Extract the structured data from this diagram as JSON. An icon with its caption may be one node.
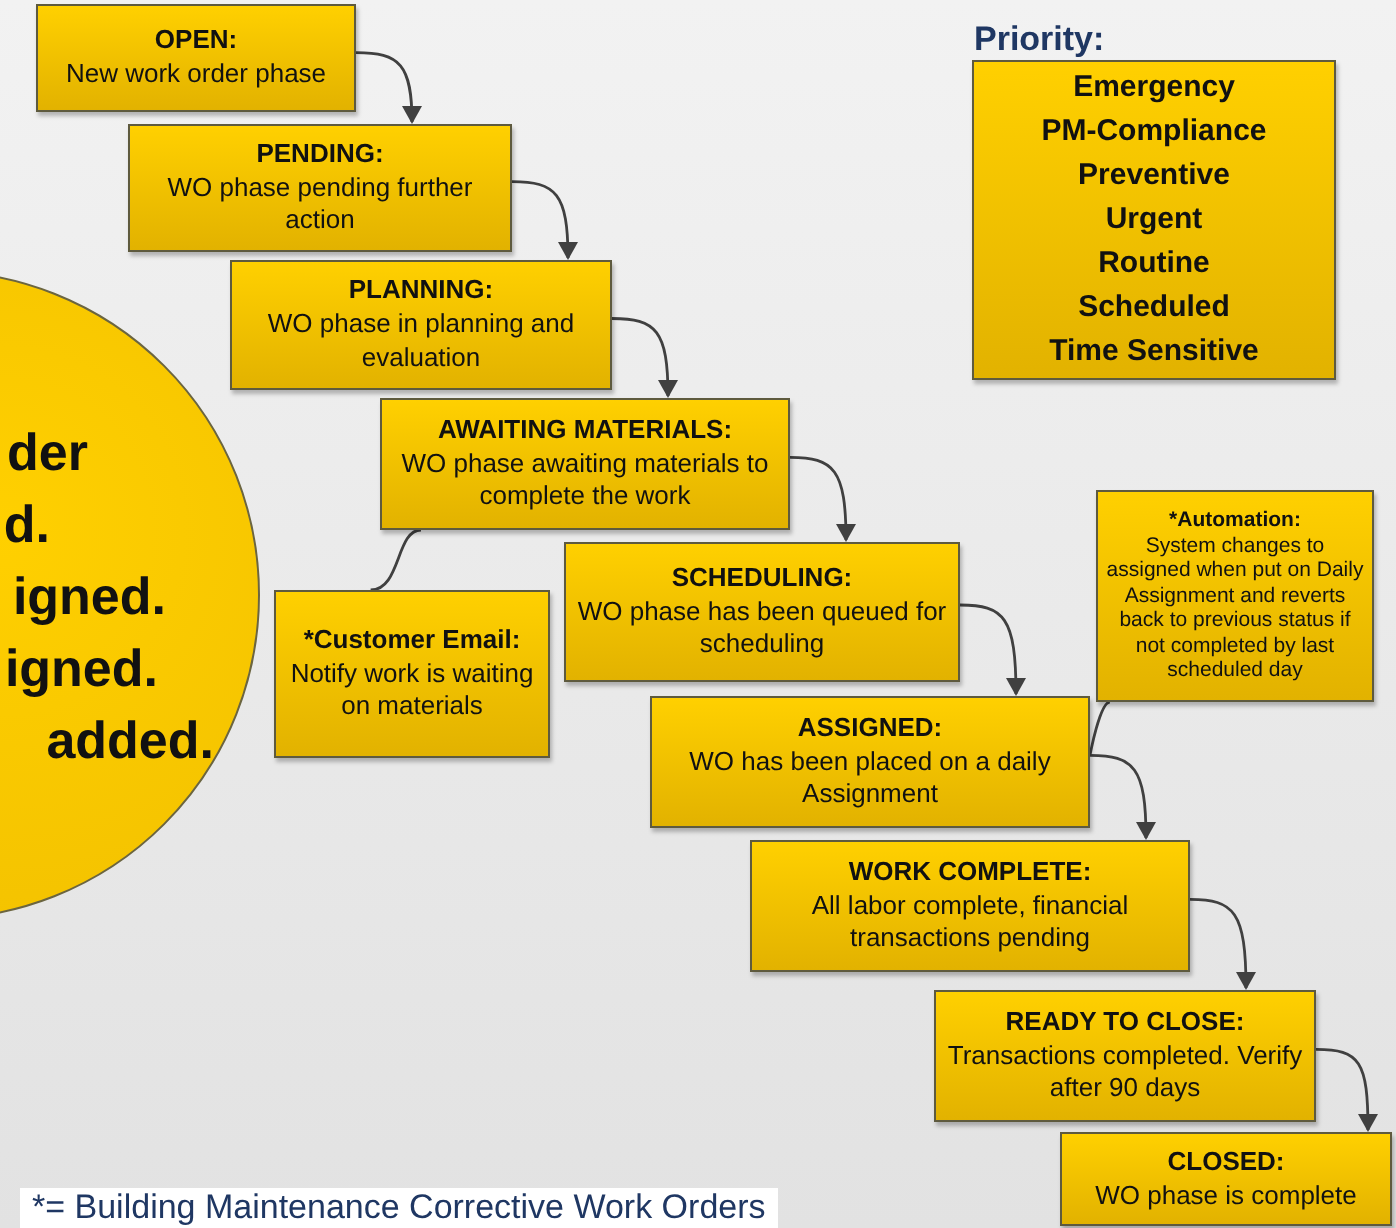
{
  "diagram": {
    "nodes": [
      {
        "text": [
          "OPEN:",
          "New work order phase"
        ]
      },
      {
        "text": [
          "PENDING:",
          "WO phase pending further action"
        ]
      },
      {
        "text": [
          "PLANNING:",
          "WO phase in planning and evaluation"
        ]
      },
      {
        "text": [
          "AWAITING MATERIALS:",
          "WO phase awaiting materials to complete the work"
        ]
      },
      {
        "text": [
          "*Customer Email:",
          "Notify work is waiting on materials"
        ]
      },
      {
        "text": [
          "SCHEDULING:",
          "WO phase has been queued for scheduling"
        ]
      },
      {
        "text": [
          "ASSIGNED:",
          "WO has been placed on a daily Assignment"
        ]
      },
      {
        "text": [
          "*Automation:",
          "System changes to assigned when put on Daily Assignment and reverts back to previous status if not completed by last scheduled day"
        ]
      },
      {
        "text": [
          "WORK COMPLETE:",
          "All labor complete, financial transactions pending"
        ]
      },
      {
        "text": [
          "READY TO CLOSE:",
          "Transactions completed. Verify after 90 days"
        ]
      },
      {
        "text": [
          "CLOSED:",
          "WO phase is complete"
        ]
      },
      {
        "text": [
          "Priority:",
          "Emergency",
          "PM-Compliance",
          "Preventive",
          "Urgent",
          "Routine",
          "Scheduled",
          "Time Sensitive"
        ]
      },
      {
        "text": [
          "der",
          "d.",
          "igned.",
          "igned.",
          "added."
        ]
      }
    ],
    "edges": [
      {
        "from": 0,
        "to": 1,
        "arrow": "to"
      },
      {
        "from": 1,
        "to": 2,
        "arrow": "to"
      },
      {
        "from": 2,
        "to": 3,
        "arrow": "to"
      },
      {
        "from": 3,
        "to": 5,
        "arrow": "to"
      },
      {
        "from": 3,
        "to": 4,
        "arrow": "none"
      },
      {
        "from": 5,
        "to": 6,
        "arrow": "to"
      },
      {
        "from": 7,
        "to": 6,
        "arrow": "none"
      },
      {
        "from": 6,
        "to": 8,
        "arrow": "to"
      },
      {
        "from": 8,
        "to": 9,
        "arrow": "to"
      },
      {
        "from": 9,
        "to": 10,
        "arrow": "to"
      }
    ],
    "labels": [
      "*= Building Maintenance Corrective Work Orders"
    ]
  }
}
